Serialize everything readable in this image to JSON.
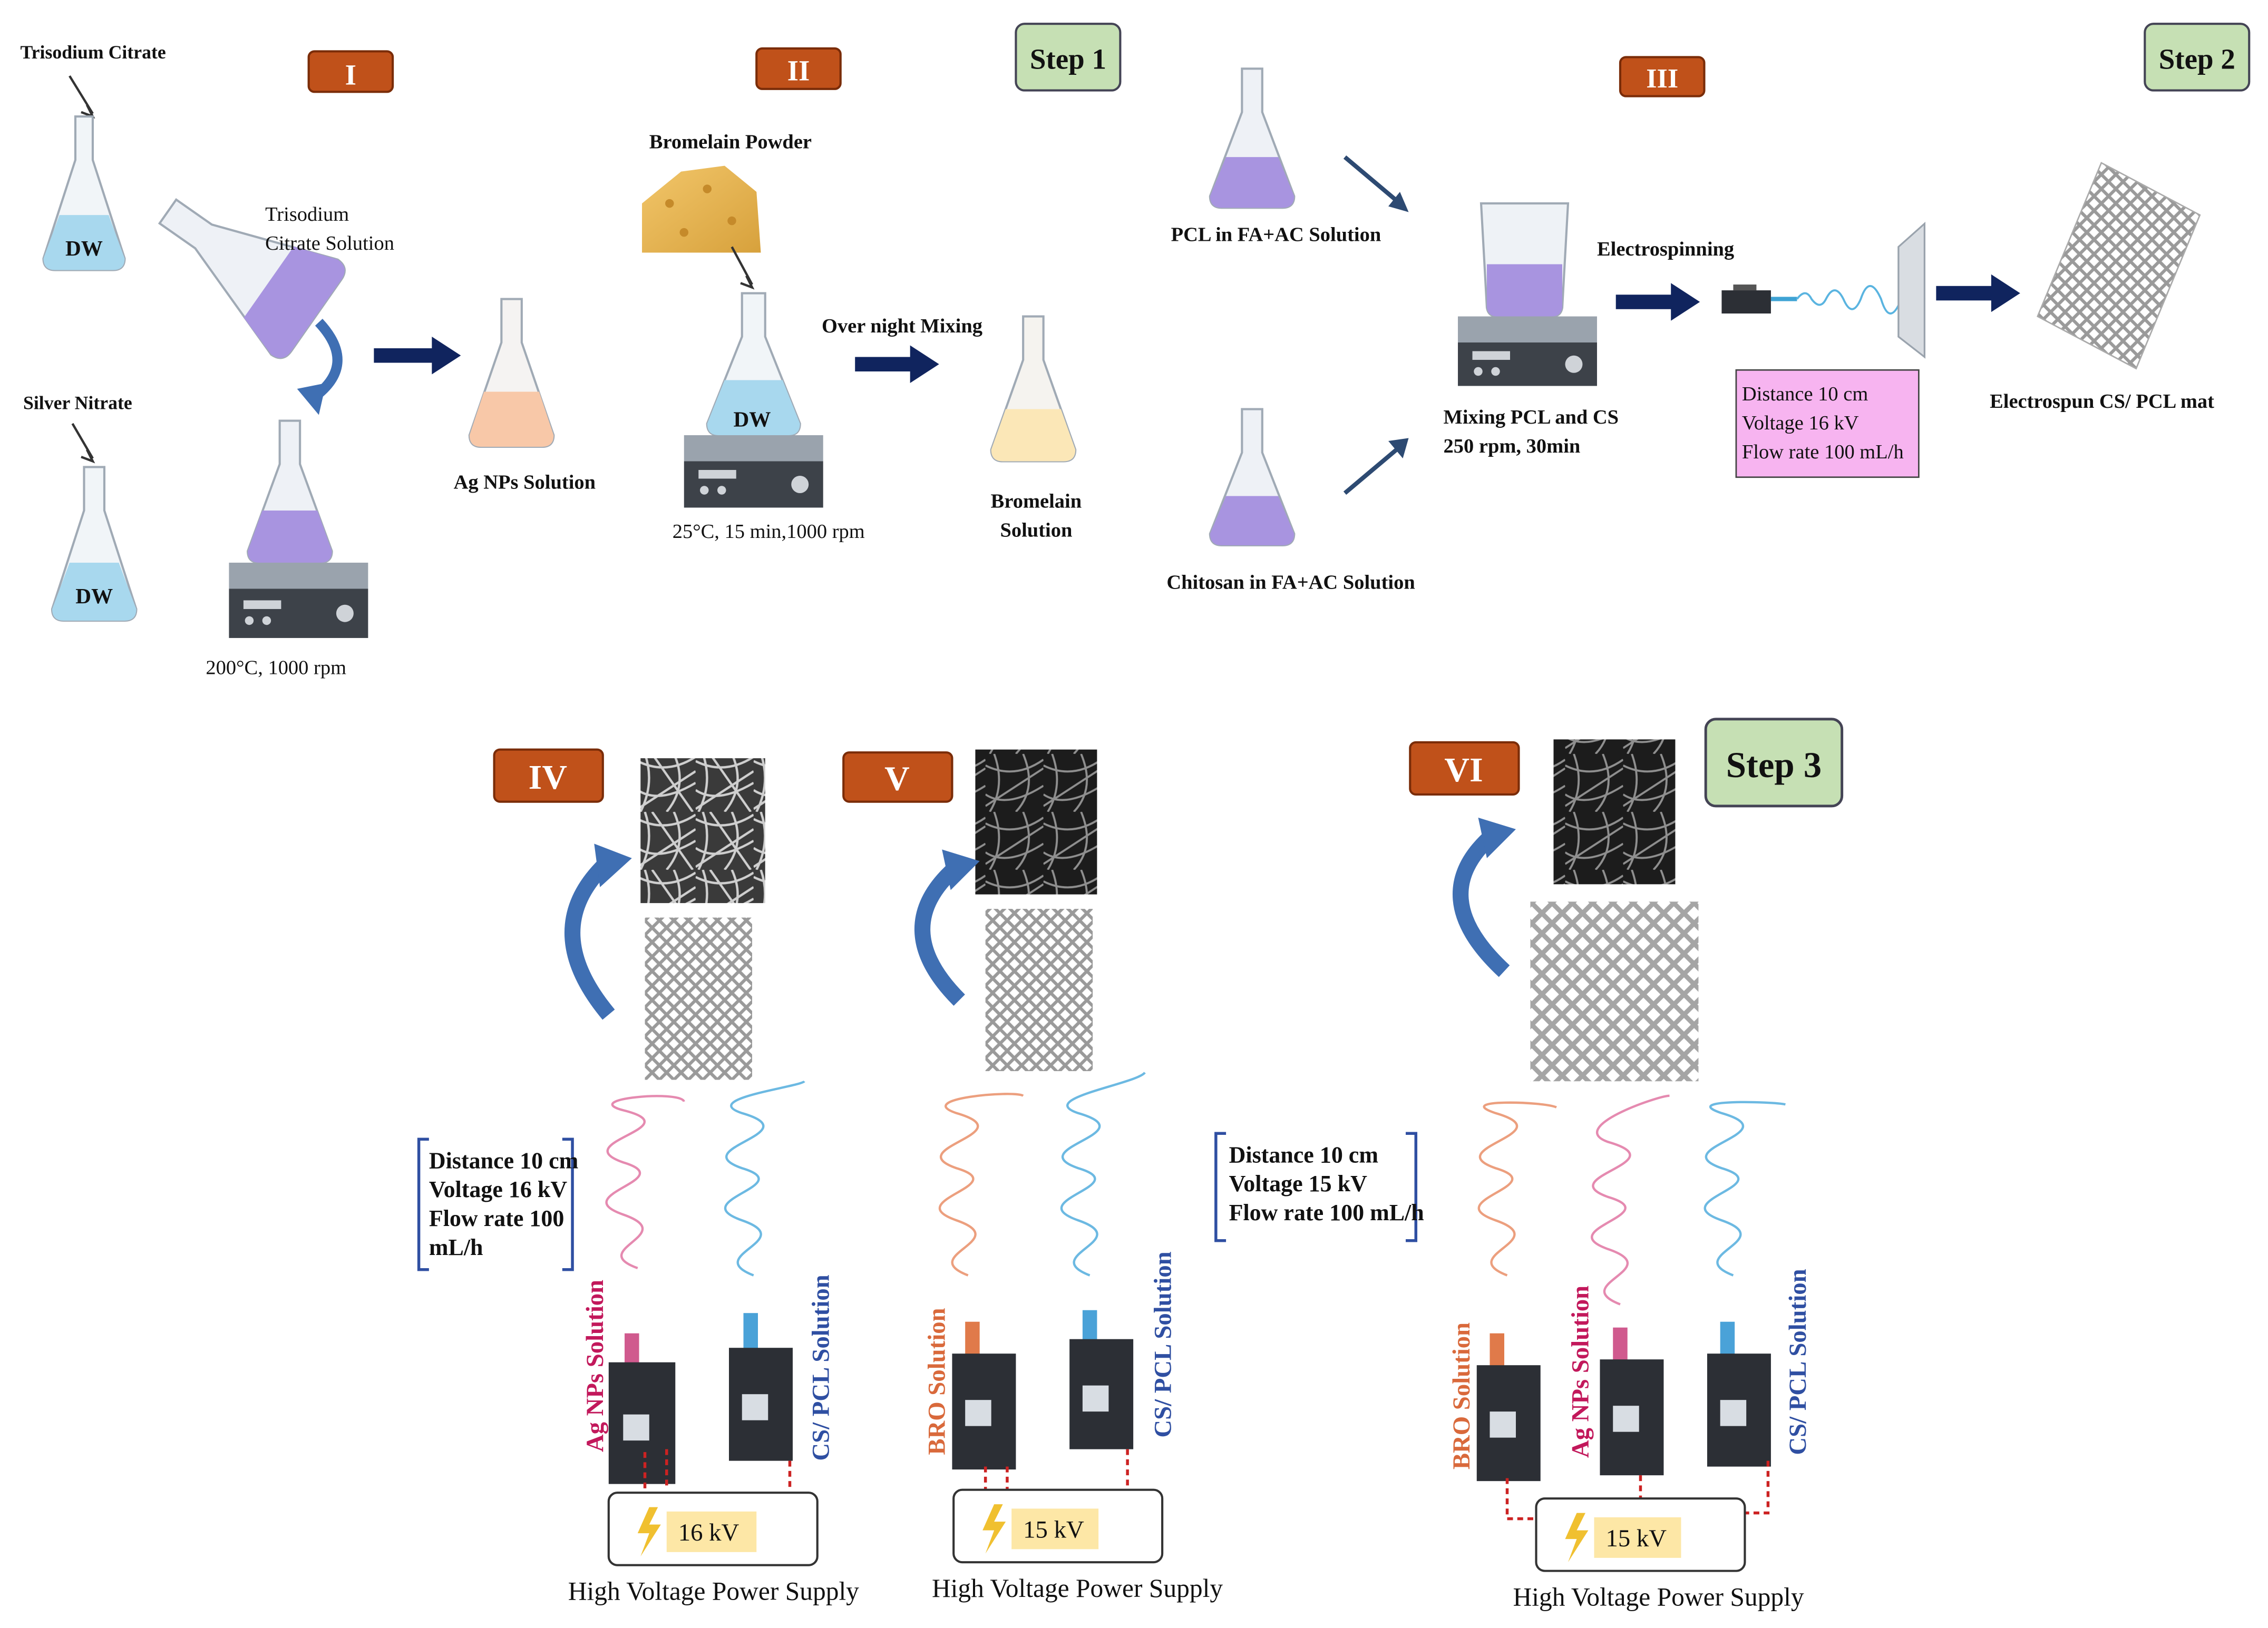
{
  "colors": {
    "badge_fill": "#c0511a",
    "step_fill": "#c6e0b4",
    "arrow_navy": "#10245e",
    "curved_arrow": "#3f6fb3",
    "param_box_pink": "#f7b4f0",
    "kv_box": "#fde7a6",
    "ag_color": "#c2185b",
    "bro_color": "#d9693b",
    "cs_color": "#2f4fa2",
    "liquid_blue": "#a8d8ee",
    "liquid_purple": "#a894e0",
    "liquid_peach": "#f8c8a8",
    "liquid_cream": "#fbe7b7"
  },
  "top": {
    "badges": [
      "I",
      "II",
      "III"
    ],
    "steps": [
      "Step 1",
      "Step 2"
    ],
    "trisodium_citrate": "Trisodium  Citrate",
    "silver_nitrate": "Silver Nitrate",
    "dw": "DW",
    "trisodium_solution_1": "Trisodium",
    "trisodium_solution_2": "Citrate  Solution",
    "hot_plate_1_cond": "200°C,  1000  rpm",
    "ag_nps_solution": "Ag NPs Solution",
    "bromelain_powder": "Bromelain Powder",
    "hot_plate_2_cond": "25°C,  15 min,1000  rpm",
    "overnight_mixing": "Over night Mixing",
    "bromelain_solution_1": "Bromelain",
    "bromelain_solution_2": "Solution",
    "pcl_solution": "PCL in FA+AC Solution",
    "chitosan_solution": "Chitosan in FA+AC Solution",
    "mixing_1": "Mixing PCL and CS",
    "mixing_2": "250 rpm, 30min",
    "electrospinning": "Electrospinning",
    "params": [
      "Distance  10 cm",
      "Voltage  16 kV",
      "Flow rate 100 mL/h"
    ],
    "mat_label": "Electrospun CS/ PCL mat"
  },
  "bottom": {
    "badges": [
      "IV",
      "V",
      "VI"
    ],
    "step3": "Step 3",
    "params_a": [
      "Distance 10 cm",
      "Voltage 16 kV",
      "Flow rate 100",
      "mL/h"
    ],
    "params_b": [
      "Distance 10 cm",
      "Voltage 15 kV",
      "Flow rate 100 mL/h"
    ],
    "ag_nps_solution": "Ag NPs Solution",
    "cs_pcl_solution": "CS/ PCL Solution",
    "bro_solution": "BRO Solution",
    "kv_a": "16 kV",
    "kv_b": "15 kV",
    "kv_c": "15 kV",
    "power_supply": "High Voltage  Power Supply"
  }
}
